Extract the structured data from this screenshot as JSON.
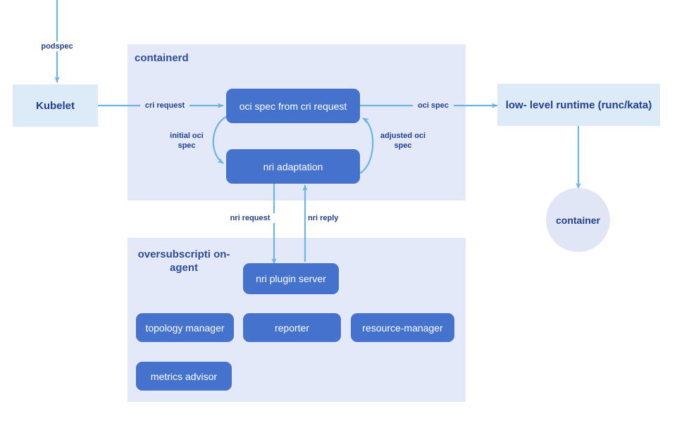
{
  "diagram": {
    "title": "containerd NRI oversubscription-agent architecture",
    "colors": {
      "panel_bg": "#e3e9f9",
      "light_box_bg": "#ddebf8",
      "circle_bg": "#e1e6f7",
      "process_box_bg": "#4472cd",
      "arrow": "#6cb4e4",
      "dark_text": "#23408e",
      "panel_title_text": "#2f4b9b",
      "light_text": "#ffffff",
      "page_bg": "#ffffff"
    },
    "panels": [
      {
        "id": "containerd",
        "label": "containerd"
      },
      {
        "id": "oversubscription-agent",
        "label": "oversubscripti\non-agent"
      }
    ],
    "nodes": [
      {
        "id": "kubelet",
        "label": "Kubelet",
        "kind": "light-box"
      },
      {
        "id": "oci-spec-from-cri-request",
        "label": "oci spec from cri request",
        "kind": "process-box"
      },
      {
        "id": "nri-adaptation",
        "label": "nri adaptation",
        "kind": "process-box"
      },
      {
        "id": "low-level-runtime",
        "label": "low-\nlevel runtime (runc/kata)",
        "kind": "light-box"
      },
      {
        "id": "container",
        "label": "container",
        "kind": "circle"
      },
      {
        "id": "nri-plugin-server",
        "label": "nri plugin server",
        "kind": "process-box"
      },
      {
        "id": "topology-manager",
        "label": "topology manager",
        "kind": "process-box"
      },
      {
        "id": "reporter",
        "label": "reporter",
        "kind": "process-box"
      },
      {
        "id": "resource-manager",
        "label": "resource-manager",
        "kind": "process-box"
      },
      {
        "id": "metrics-advisor",
        "label": "metrics advisor",
        "kind": "process-box"
      }
    ],
    "edges": [
      {
        "id": "podspec",
        "label": "podspec",
        "from": "",
        "to": "kubelet"
      },
      {
        "id": "cri-request",
        "label": "cri request",
        "from": "kubelet",
        "to": "oci-spec-from-cri-request"
      },
      {
        "id": "initial-oci-spec",
        "label": "initial oci\nspec",
        "from": "oci-spec-from-cri-request",
        "to": "nri-adaptation"
      },
      {
        "id": "adjusted-oci-spec",
        "label": "adjusted oci\nspec",
        "from": "nri-adaptation",
        "to": "oci-spec-from-cri-request"
      },
      {
        "id": "oci-spec",
        "label": "oci spec",
        "from": "oci-spec-from-cri-request",
        "to": "low-level-runtime"
      },
      {
        "id": "runtime-to-container",
        "label": "",
        "from": "low-level-runtime",
        "to": "container"
      },
      {
        "id": "nri-request",
        "label": "nri request",
        "from": "nri-adaptation",
        "to": "nri-plugin-server"
      },
      {
        "id": "nri-reply",
        "label": "nri reply",
        "from": "nri-plugin-server",
        "to": "nri-adaptation"
      }
    ]
  }
}
